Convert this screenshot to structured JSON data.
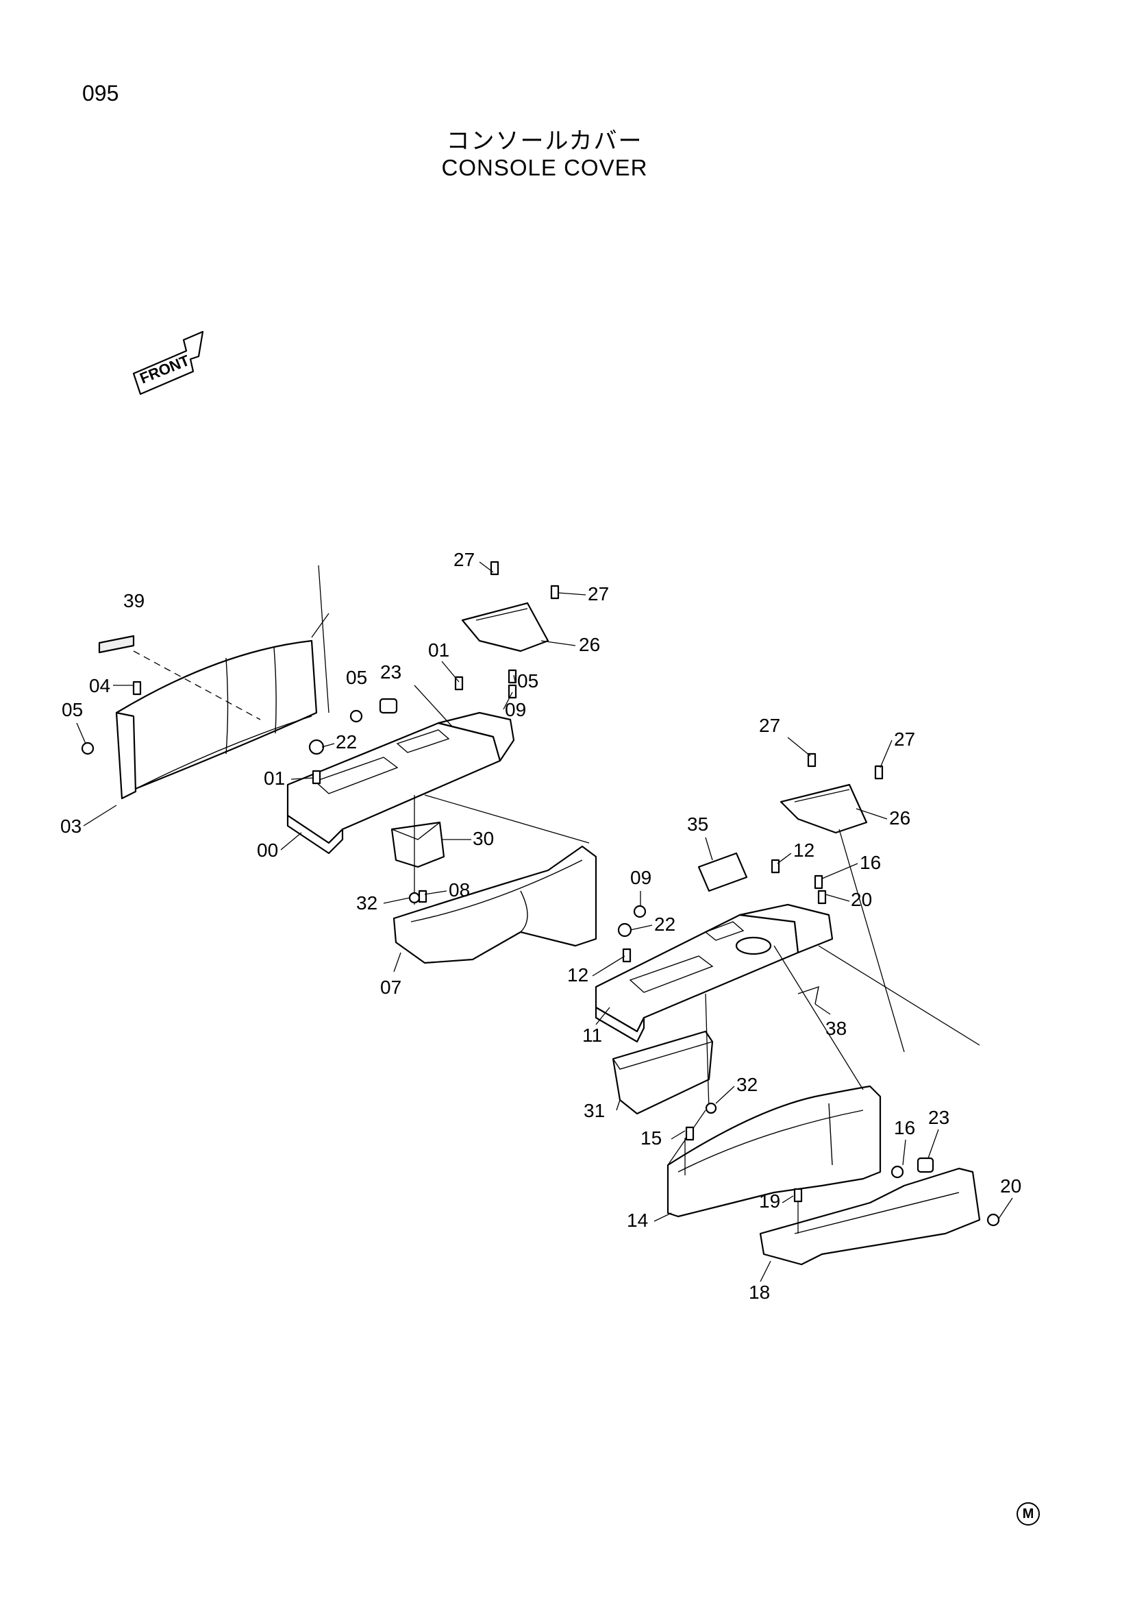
{
  "page_number": "095",
  "title_jp": "コンソールカバー",
  "title_en": "CONSOLE COVER",
  "front_arrow_label": "FRONT",
  "corner_mark": "M",
  "callouts": [
    "00",
    "01",
    "01",
    "03",
    "04",
    "05",
    "05",
    "05",
    "07",
    "08",
    "09",
    "09",
    "11",
    "12",
    "12",
    "14",
    "15",
    "16",
    "16",
    "18",
    "19",
    "20",
    "20",
    "22",
    "22",
    "23",
    "23",
    "26",
    "26",
    "27",
    "27",
    "27",
    "27",
    "30",
    "31",
    "32",
    "32",
    "35",
    "38",
    "39"
  ]
}
